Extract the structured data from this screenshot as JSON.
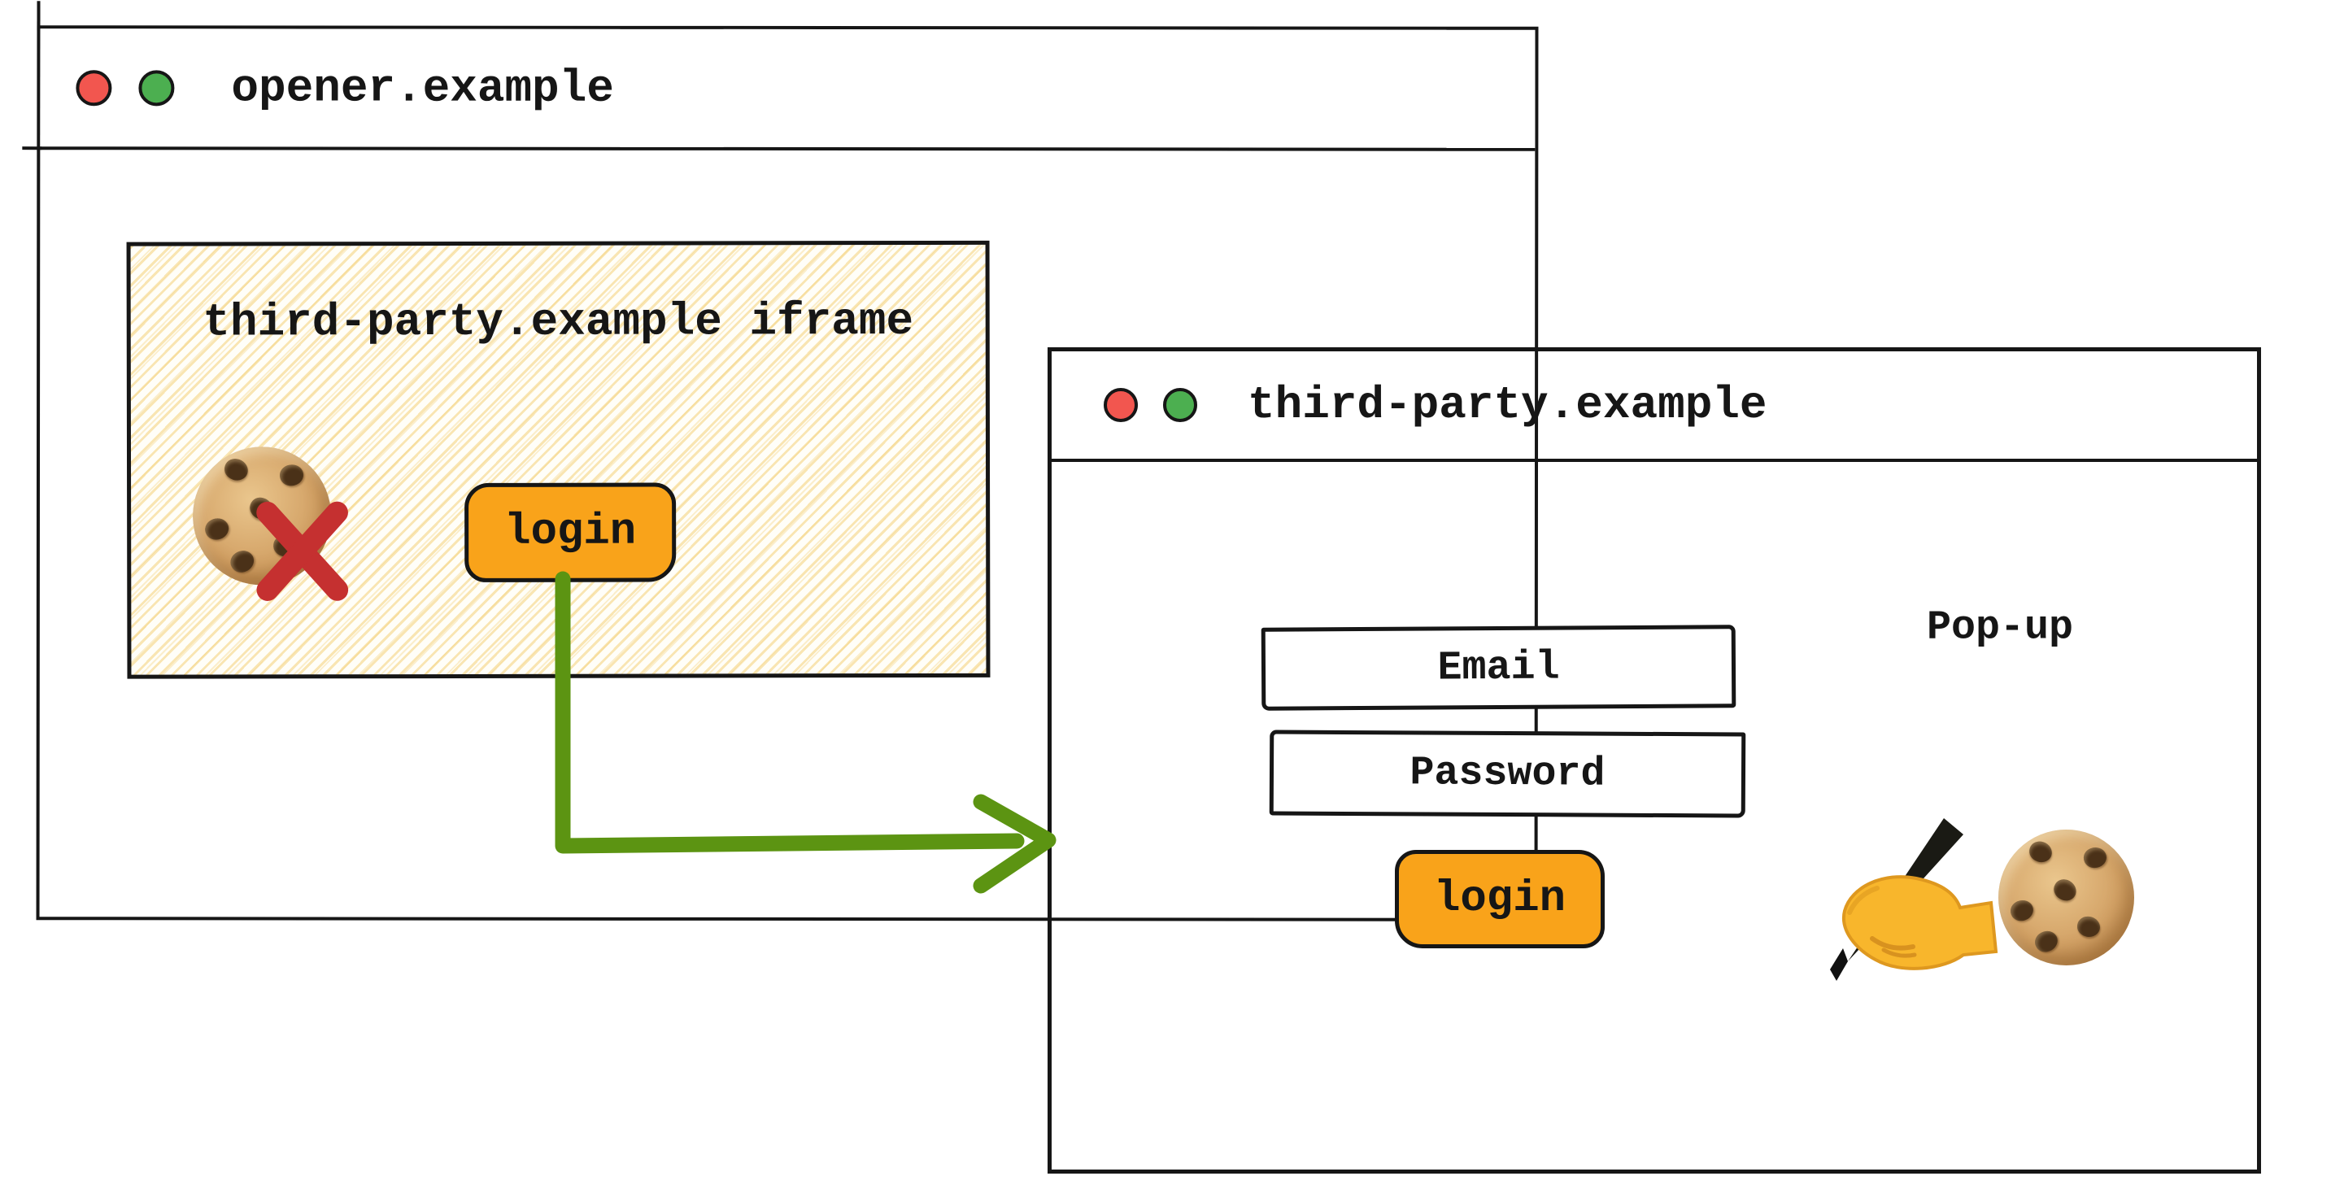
{
  "colors": {
    "accent-orange": "#F9A31A",
    "arrow-green": "#5C9412",
    "cross-red": "#C53030",
    "traffic-red": "#F2564F",
    "traffic-green": "#4CAF50",
    "ink-black": "#161616",
    "hatch-yellow": "#F6DB9C"
  },
  "opener_window": {
    "title": "opener.example",
    "iframe": {
      "title": "third-party.example iframe",
      "login_button": "login"
    }
  },
  "popup_window": {
    "title": "third-party.example",
    "window_label": "Pop-up",
    "email_field": "Email",
    "password_field": "Password",
    "login_button": "login"
  },
  "icons": {
    "traffic_light_red": "traffic-light-red-icon",
    "traffic_light_green": "traffic-light-green-icon",
    "blocked_cookie": "cookie-icon with blocked-cross-icon",
    "writing_hand": "writing-hand-icon",
    "cookie": "cookie-icon",
    "flow_arrow": "green-elbow-arrow-icon"
  }
}
